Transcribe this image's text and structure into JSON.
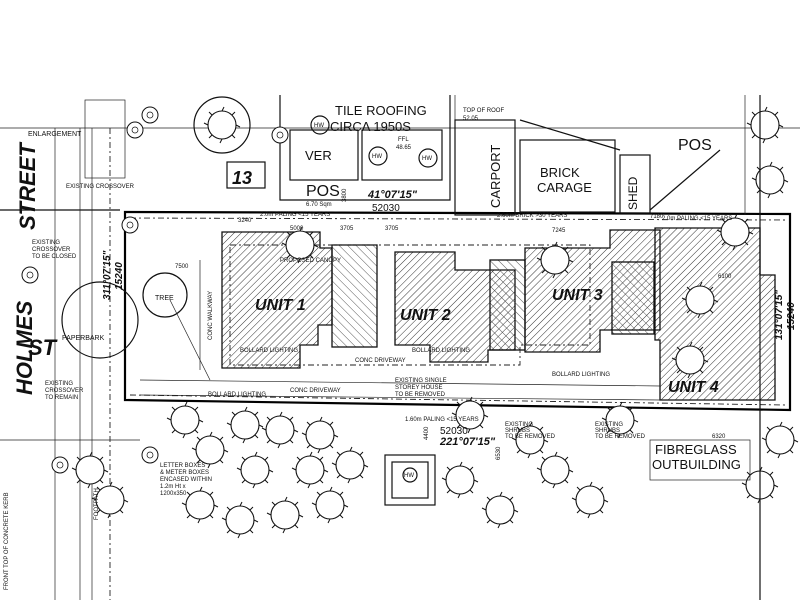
{
  "street_top": "STREET",
  "street_side": "HOLMES",
  "street_st": "ST",
  "lot_number": "13",
  "enlargement": "ENLARGEMENT",
  "tile_roofing_1": "TILE ROOFING",
  "tile_roofing_2": "CIRCA 1950S",
  "top_of_roof_1": "TOP OF ROOF",
  "top_of_roof_2": "52.05",
  "ver": "VER",
  "ffl_1": "FFL",
  "ffl_2": "48.65",
  "hw": "HW",
  "pos_left": "POS",
  "pos_left_area": "6.70 Sqm",
  "pos_right": "POS",
  "bearing_top": "41°07'15\"",
  "length_top": "52030",
  "carport": "CARPORT",
  "brick_1": "BRICK",
  "brick_2": "CARAGE",
  "shed": "SHED",
  "paling_left": "2.0m PALING <15 YEARS",
  "paling_right": "2.0m PALING <15 YEARS",
  "brick_wall": "2.60m BRICK >30 YEARS",
  "unit_1": "UNIT 1",
  "unit_2": "UNIT 2",
  "unit_3": "UNIT 3",
  "unit_4": "UNIT 4",
  "existing_crossover": "EXISTING CROSSOVER",
  "existing_crossover_closed_1": "EXISTING",
  "existing_crossover_closed_2": "CROSSOVER",
  "existing_crossover_closed_3": "TO BE CLOSED",
  "existing_crossover_remain_1": "EXISTING",
  "existing_crossover_remain_2": "CROSSOVER",
  "existing_crossover_remain_3": "TO REMAIN",
  "bearing_left": "311°07'15\"",
  "length_left": "15240",
  "bearing_right": "131°07'15\"",
  "length_right": "15240",
  "tree": "TREE",
  "paperbark": "PAPERBARK",
  "conc_walkway": "CONC WALKWAY",
  "proposed_canopy": "PROPOSED CANOPY",
  "bollard_lighting": "BOLLARD LIGHTING",
  "conc_driveway": "CONC DRIVEWAY",
  "existing_house_1": "EXISTING SINGLE",
  "existing_house_2": "STOREY HOUSE",
  "existing_house_3": "TO BE REMOVED",
  "bearing_bottom": "221°07'15\"",
  "length_bottom": "52030",
  "paling_bottom": "1.60m PALING <15 YEARS",
  "existing_shrubs_1": "EXISTING",
  "existing_shrubs_2": "SHRUBS",
  "existing_shrubs_3": "TO BE REMOVED",
  "fibreglass_1": "FIBREGLASS",
  "fibreglass_2": "OUTBUILDING",
  "letter_boxes_1": "LETTER BOXES",
  "letter_boxes_2": "& METER BOXES",
  "letter_boxes_3": "ENCASED WITHIN",
  "letter_boxes_4": "1.2m Ht x",
  "letter_boxes_5": "1200x350",
  "footpath": "FOOTPATH",
  "kerb": "FRONT TOP OF CONCRETE KERB",
  "dims": {
    "d3240": "3240",
    "d5000": "5000",
    "d3705a": "3705",
    "d3705b": "3705",
    "d7245": "7245",
    "d7180": "7180",
    "d3800": "3800",
    "d7500": "7500",
    "d6100": "6100",
    "d6320": "6320",
    "d4400": "4400",
    "d6530": "6530"
  }
}
